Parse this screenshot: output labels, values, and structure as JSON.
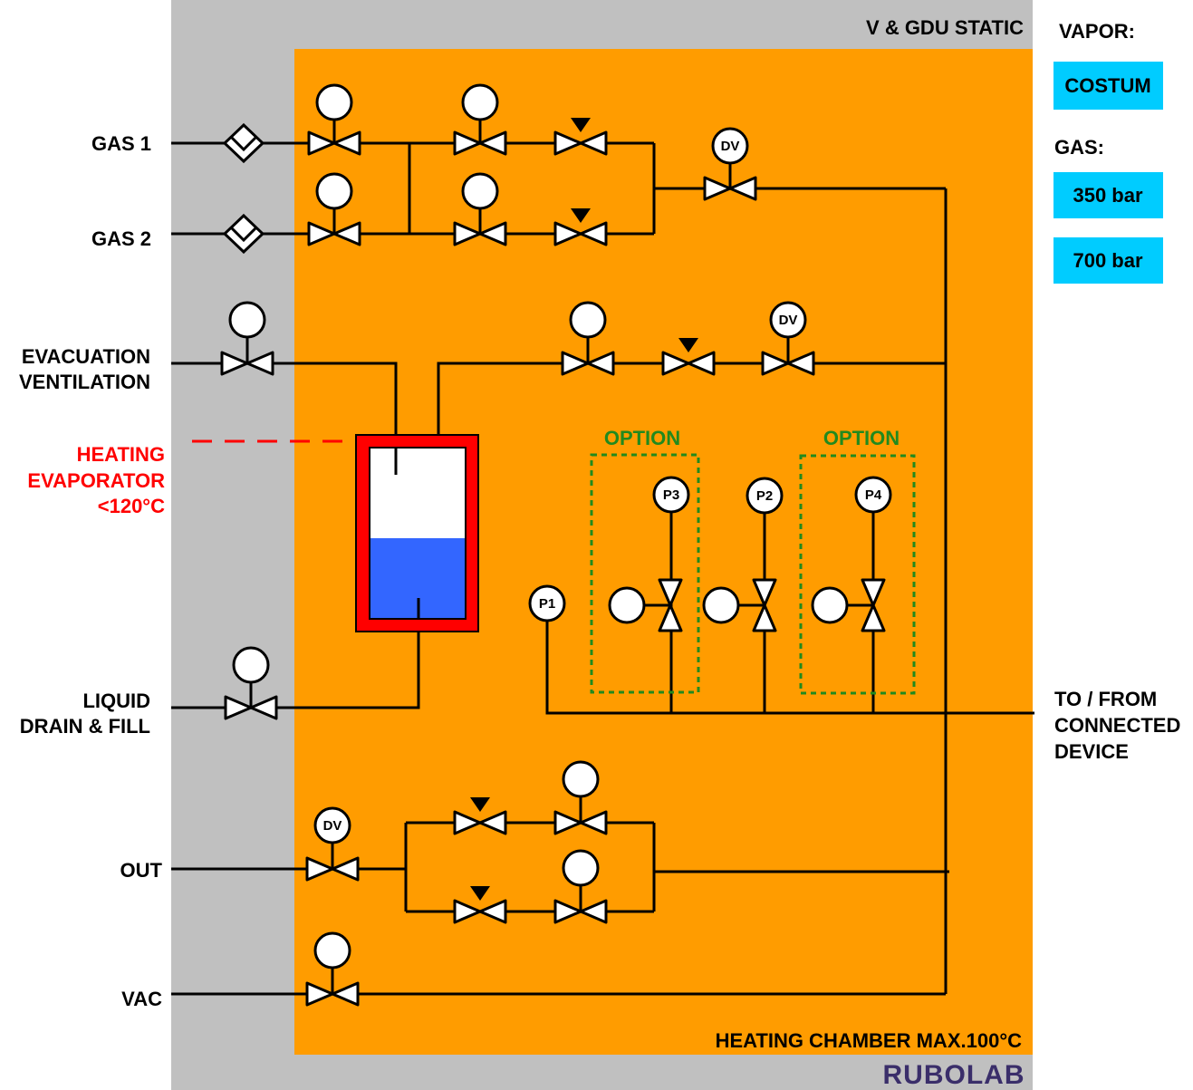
{
  "title": "V & GDU STATIC",
  "chamber_label": "HEATING CHAMBER MAX.100°C",
  "brand": "RUBOLAB",
  "colors": {
    "outer_panel": "#c0c0c0",
    "chamber": "#ff9c00",
    "option_box": "#218a1e",
    "heater": "#ff0000",
    "liquid": "#3366ff",
    "button": "#00ccff"
  },
  "inputs": {
    "gas1": "GAS 1",
    "gas2": "GAS 2",
    "evac_line1": "EVACUATION",
    "evac_line2": "VENTILATION",
    "liquid_line1": "LIQUID",
    "liquid_line2": "DRAIN & FILL",
    "out": "OUT",
    "vac": "VAC"
  },
  "heating": {
    "line1": "HEATING",
    "line2": "EVAPORATOR",
    "line3": "<120°C"
  },
  "output": {
    "line1": "TO / FROM",
    "line2": "CONNECTED",
    "line3": "DEVICE"
  },
  "options": {
    "left": "OPTION",
    "right": "OPTION"
  },
  "sensors": {
    "p1": "P1",
    "p2": "P2",
    "p3": "P3",
    "p4": "P4",
    "dv": "DV"
  },
  "legend": {
    "vapor_label": "VAPOR:",
    "vapor_button": "COSTUM",
    "gas_label": "GAS:",
    "gas_buttons": [
      "350 bar",
      "700 bar"
    ]
  }
}
